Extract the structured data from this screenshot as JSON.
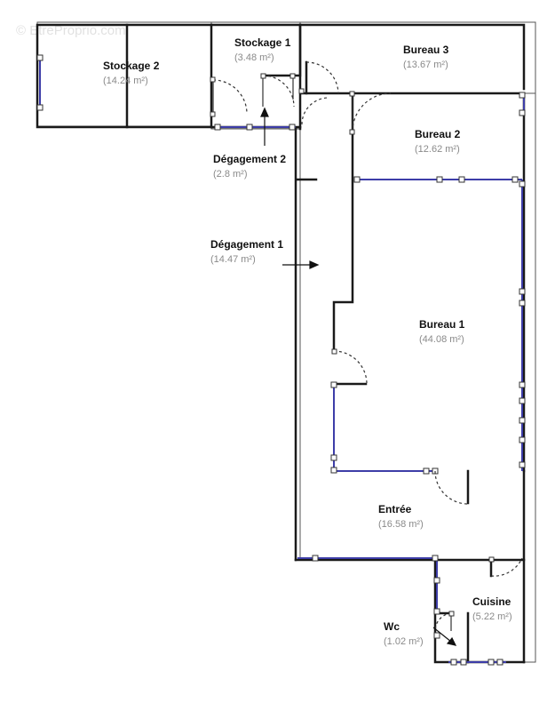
{
  "watermark": "© EtreProprio.com",
  "rooms": {
    "stockage2": {
      "name": "Stockage 2",
      "area": "(14.24 m²)"
    },
    "stockage1": {
      "name": "Stockage 1",
      "area": "(3.48 m²)"
    },
    "bureau3": {
      "name": "Bureau 3",
      "area": "(13.67 m²)"
    },
    "bureau2": {
      "name": "Bureau 2",
      "area": "(12.62 m²)"
    },
    "degagement2": {
      "name": "Dégagement 2",
      "area": "(2.8 m²)"
    },
    "degagement1": {
      "name": "Dégagement 1",
      "area": "(14.47 m²)"
    },
    "bureau1": {
      "name": "Bureau 1",
      "area": "(44.08 m²)"
    },
    "entree": {
      "name": "Entrée",
      "area": "(16.58 m²)"
    },
    "cuisine": {
      "name": "Cuisine",
      "area": "(5.22 m²)"
    },
    "wc": {
      "name": "Wc",
      "area": "(1.02 m²)"
    }
  },
  "colors": {
    "wall": "#1a1a1a",
    "window": "#3d3da8",
    "door": "#333333",
    "label": "#111111",
    "area": "#8a8a8a"
  }
}
